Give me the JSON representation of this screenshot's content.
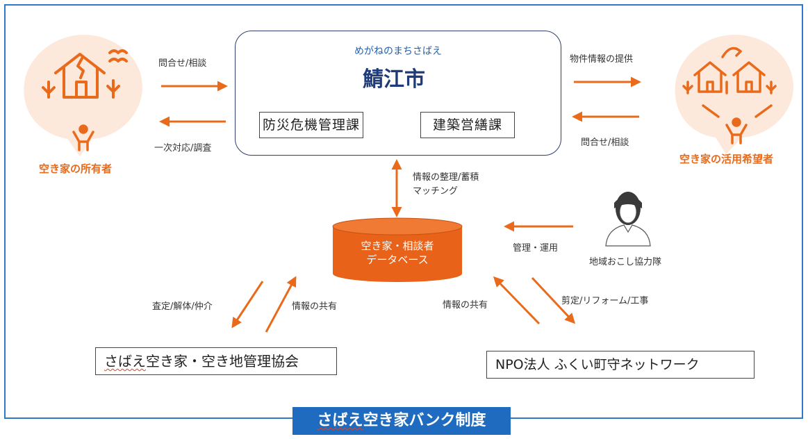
{
  "title": "さばえ空き家バンク制度",
  "title_underlined": "さばえ",
  "city": {
    "tagline": "めがねのまちさばえ",
    "name": "鯖江市",
    "departments": [
      "防災危機管理課",
      "建築営繕課"
    ]
  },
  "owner": {
    "label": "空き家の所有者"
  },
  "seeker": {
    "label": "空き家の活用希望者"
  },
  "database": {
    "line1": "空き家・相談者",
    "line2": "データベース"
  },
  "coordinator": {
    "label": "地域おこし協力隊"
  },
  "org_left": {
    "label_mark": "さばえ",
    "label_rest": "空き家・空き地管理協会"
  },
  "org_right": {
    "label": "NPO法人 ふくい町守ネットワーク"
  },
  "flows": {
    "owner_to_city": "問合せ/相談",
    "city_to_owner": "一次対応/調査",
    "city_to_seeker": "物件情報の提供",
    "seeker_to_city": "問合せ/相談",
    "city_db_1": "情報の整理/蓄積",
    "city_db_2": "マッチング",
    "coordinator_to_db": "管理・運用",
    "db_to_org_left": "査定/解体/仲介",
    "org_left_to_db": "情報の共有",
    "org_right_to_db": "情報の共有",
    "db_to_org_right": "剪定/リフォーム/工事"
  },
  "colors": {
    "accent": "#e86a1a",
    "frame": "#2f78c7",
    "title_bg": "#1e6bbf",
    "circle": "#fde8dc"
  }
}
